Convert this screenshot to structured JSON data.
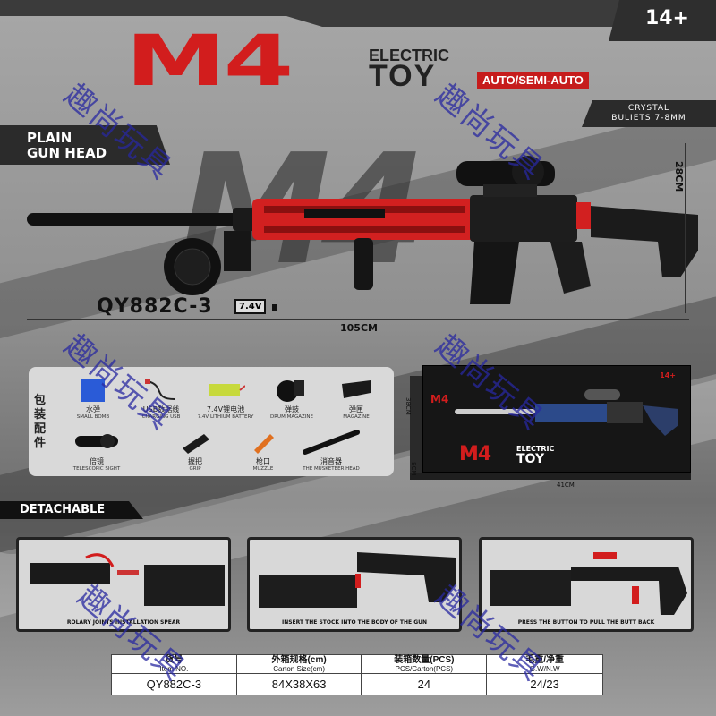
{
  "age_rating": "14+",
  "logo": {
    "m4": "M4",
    "electric": "ELECTRIC",
    "toy": "TOY",
    "mode": "AUTO/SEMI-AUTO"
  },
  "crystal_bullets": {
    "line1": "CRYSTAL",
    "line2": "BULIETS 7-8MM"
  },
  "plain_gun_head": {
    "line1": "PLAIN",
    "line2": "GUN HEAD"
  },
  "model": "QY882C-3",
  "battery": "7.4V",
  "dimensions": {
    "length": "105CM",
    "height": "28CM"
  },
  "accessories": {
    "title": "包装配件",
    "items": [
      {
        "cn": "水弹",
        "en": "SMALL BOMB"
      },
      {
        "cn": "USB数据线",
        "en": "CHARGING USB"
      },
      {
        "cn": "7.4V锂电池",
        "en": "7.4V LITHIUM BATTERY"
      },
      {
        "cn": "弹鼓",
        "en": "DRUM MAGAZINE"
      },
      {
        "cn": "弹匣",
        "en": "MAGAZINE"
      },
      {
        "cn": "倍镜",
        "en": "TELESCOPIC SIGHT"
      },
      {
        "cn": "握把",
        "en": "GRIP"
      },
      {
        "cn": "枪口",
        "en": "MUZZLE"
      },
      {
        "cn": "消音器",
        "en": "THE MUSKETEER HEAD"
      }
    ]
  },
  "box": {
    "height": "38CM",
    "depth": "8CM",
    "width": "41CM",
    "logo_m4": "M4",
    "logo_electric": "ELECTRIC",
    "logo_toy": "TOY",
    "age": "14+"
  },
  "detachable": "DETACHABLE",
  "steps": [
    {
      "caption": "ROLARY JOINTS INSTALLATION SPEAR"
    },
    {
      "caption": "INSERT THE STOCK INTO THE BODY OF THE GUN"
    },
    {
      "caption": "PRESS THE BUTTON TO PULL THE BUTT BACK"
    }
  ],
  "spec_table": {
    "headers": [
      {
        "cn": "货号",
        "en": "Item NO."
      },
      {
        "cn": "外箱规格(cm)",
        "en": "Carton Size(cm)"
      },
      {
        "cn": "装箱数量(PCS)",
        "en": "PCS/Carton(PCS)"
      },
      {
        "cn": "毛重/净重",
        "en": "G.W/N.W"
      }
    ],
    "values": [
      "QY882C-3",
      "84X38X63",
      "24",
      "24/23"
    ]
  },
  "watermark": "趣尚玩具",
  "colors": {
    "brand_red": "#d21d1d",
    "dark": "#2b2b2b"
  }
}
